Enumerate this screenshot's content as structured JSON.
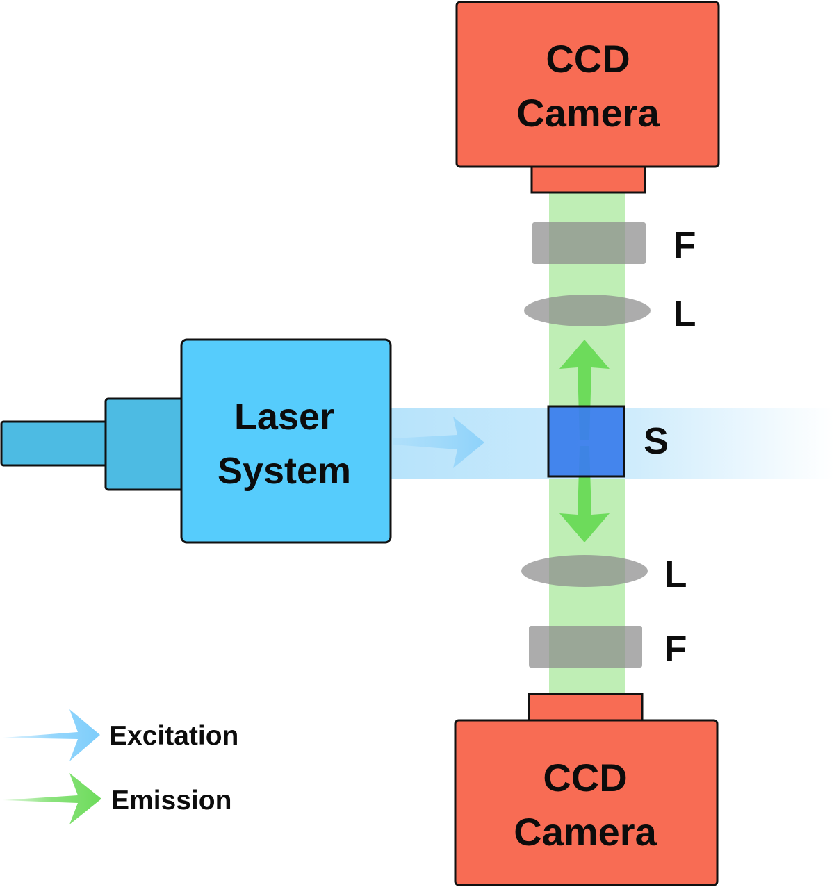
{
  "camera_top": {
    "line1": "CCD",
    "line2": "Camera"
  },
  "camera_bottom": {
    "line1": "CCD",
    "line2": "Camera"
  },
  "laser": {
    "line1": "Laser",
    "line2": "System"
  },
  "sample_label": "S",
  "optics": {
    "top_filter_label": "F",
    "top_lens_label": "L",
    "bottom_lens_label": "L",
    "bottom_filter_label": "F"
  },
  "legend": {
    "excitation_label": "Excitation",
    "emission_label": "Emission"
  },
  "colors": {
    "camera": "#f86c54",
    "laser_body": "#56ccfc",
    "laser_connector": "#4dbbe3",
    "excitation_arrow": "#7dcdfb",
    "emission_arrow": "#6ddb5b",
    "emission_beam": "#bfeeb5",
    "sample": "#3c80ec",
    "optic_gray": "#8c8c8c"
  }
}
